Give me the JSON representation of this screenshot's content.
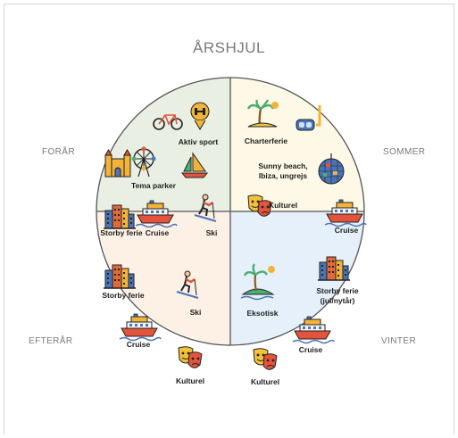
{
  "title": "ÅRSHJUL",
  "seasons": {
    "spring": "FORÅR",
    "summer": "SOMMER",
    "autumn": "EFTERÅR",
    "winter": "VINTER"
  },
  "colors": {
    "spring": "#e9efe3",
    "summer": "#fdf9e6",
    "autumn": "#fdf1e6",
    "winter": "#e5f0fb",
    "border": "#555555",
    "text": "#1d1d1d"
  },
  "quadrants": {
    "spring": {
      "items": [
        {
          "label": "Aktiv sport",
          "icon": "bicycle-dumbbell-icon"
        },
        {
          "label": "Tema parker",
          "icon": "castle-ferris-wheel-icon"
        },
        {
          "label": "",
          "icon": "sailboat-icon"
        },
        {
          "label": "Storby ferie",
          "icon": "city-buildings-icon"
        },
        {
          "label": "Cruise",
          "icon": "cruise-ship-icon"
        },
        {
          "label": "Ski",
          "icon": "skier-icon"
        }
      ]
    },
    "summer": {
      "items": [
        {
          "label": "Charterferie",
          "icon": "palm-beach-icon"
        },
        {
          "label": "",
          "icon": "snorkel-mask-icon"
        },
        {
          "label_line1": "Sunny beach,",
          "label_line2": "Ibiza, ungrejs",
          "icon": "disco-ball-icon"
        },
        {
          "label": "Kulturel",
          "icon": "theater-masks-icon"
        },
        {
          "label": "Cruise",
          "icon": "cruise-ship-icon"
        }
      ]
    },
    "autumn": {
      "items": [
        {
          "label": "Storby ferie",
          "icon": "city-buildings-icon"
        },
        {
          "label": "Ski",
          "icon": "skier-icon"
        },
        {
          "label": "Cruise",
          "icon": "cruise-ship-icon"
        },
        {
          "label": "Kulturel",
          "icon": "theater-masks-icon"
        }
      ]
    },
    "winter": {
      "items": [
        {
          "label": "Eksotisk",
          "icon": "tropical-island-icon"
        },
        {
          "label_line1": "Storby ferie",
          "label_line2": "(jul/nytår)",
          "icon": "city-buildings-icon"
        },
        {
          "label": "Cruise",
          "icon": "cruise-ship-icon"
        },
        {
          "label": "Kulturel",
          "icon": "theater-masks-icon"
        }
      ]
    }
  }
}
